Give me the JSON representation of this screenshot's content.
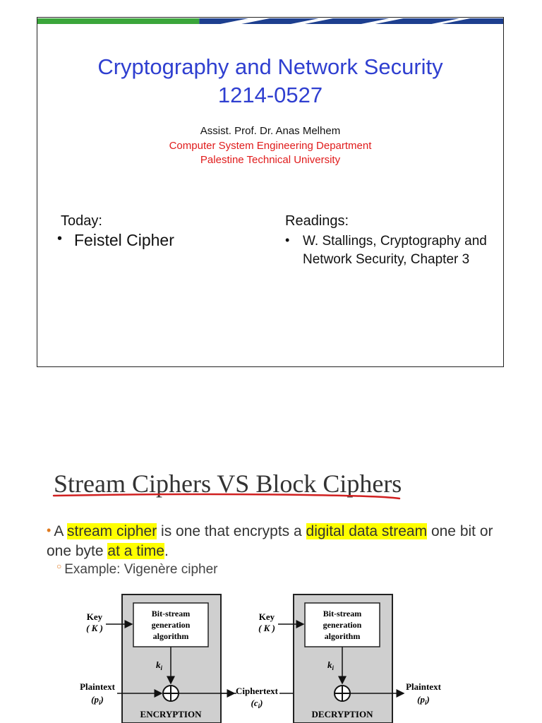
{
  "slide1": {
    "title_line1": "Cryptography and Network Security",
    "title_line2": "1214-0527",
    "author": "Assist. Prof. Dr. Anas Melhem",
    "department": "Computer System Engineering Department",
    "university": "Palestine Technical University",
    "today_heading": "Today:",
    "today_items": [
      "Feistel Cipher"
    ],
    "readings_heading": "Readings:",
    "readings_items": [
      "W. Stallings, Cryptography and Network Security, Chapter 3"
    ]
  },
  "slide2": {
    "title": "Stream Ciphers VS Block Ciphers",
    "bullet_parts": {
      "p1": "A ",
      "h1": "stream cipher",
      "p2": " is one that encrypts a ",
      "h2": "digital data stream",
      "p3": " one bit or one byte ",
      "h3": "at a time",
      "p4": "."
    },
    "sub_bullet": "Example: Vigenère cipher",
    "diagram": {
      "key_label": "Key",
      "key_symbol": "( K )",
      "generator_line1": "Bit-stream",
      "generator_line2": "generation",
      "generator_line3": "algorithm",
      "ki_label": "k",
      "ki_sub": "i",
      "plaintext_label": "Plaintext",
      "plaintext_symbol": "(p",
      "plaintext_sub": "i",
      "plaintext_close": ")",
      "ciphertext_label": "Ciphertext",
      "ciphertext_symbol": "(c",
      "ciphertext_sub": "i",
      "ciphertext_close": ")",
      "encryption_label": "ENCRYPTION",
      "decryption_label": "DECRYPTION"
    }
  },
  "colors": {
    "title_blue": "#2f3fd0",
    "dept_red": "#e01b1b",
    "highlight": "#ffff00",
    "bullet_orange": "#e07a1f",
    "underline_red": "#d02020"
  }
}
